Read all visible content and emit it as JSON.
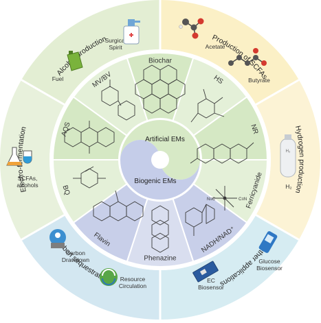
{
  "outer_sections": [
    {
      "label": "Alcohol production",
      "color": "#e3eed3",
      "items": [
        "Surgical Spirit",
        "Fuel"
      ]
    },
    {
      "label": "Production of SCFAs",
      "color": "#fbf0c6",
      "items": [
        "Acetate",
        "Butyrate"
      ]
    },
    {
      "label": "Hydrogen production",
      "color": "#fcf3d5",
      "items": [
        "H₂"
      ]
    },
    {
      "label": "Other applications",
      "color": "#d6ecf2",
      "items": [
        "Glucose Biosensor",
        "EC Biosensor"
      ]
    },
    {
      "label": "Carbon sequestration",
      "color": "#d3e7f1",
      "items": [
        "Carbon Drawdown",
        "Resource Circulation"
      ]
    },
    {
      "label": "Electro-fermentation",
      "color": "#e8f1dc",
      "items": [
        "SCFAs,",
        "alcohols"
      ]
    }
  ],
  "mediators": {
    "artificial": [
      "Biochar",
      "HS",
      "NR",
      "Ferricyanide",
      "BQ",
      "AQS",
      "MV/BV"
    ],
    "biogenic": [
      "NADH/NAD⁺",
      "Phenazine",
      "Flavin"
    ]
  },
  "center": {
    "artificial_label": "Artificial EMs",
    "biogenic_label": "Biogenic EMs"
  },
  "colors": {
    "artificial_green": "#d5e8c4",
    "artificial_green_light": "#e4f0d8",
    "biogenic_blue": "#c8cfe9",
    "biogenic_blue_light": "#d9deef",
    "ring_separator": "#ffffff"
  }
}
